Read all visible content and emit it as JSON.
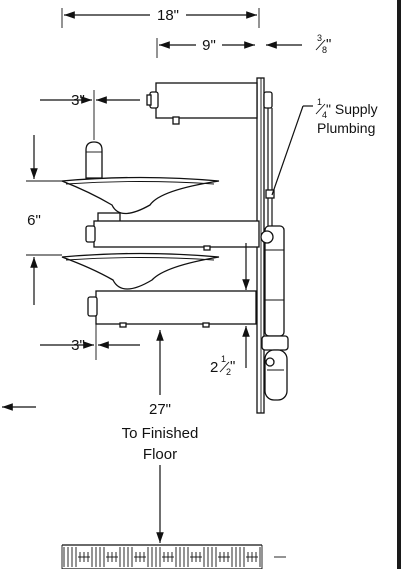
{
  "dimensions": {
    "overall_width": "18\"",
    "bowl_offset_top": "3\"",
    "bowl_offset_bottom": "3\"",
    "bubbler_spacing": "6\"",
    "wall_offset": "9\"",
    "panel_thickness_whole": "",
    "panel_thickness_num": "3",
    "panel_thickness_den": "8",
    "panel_thickness_unit": "\"",
    "gap_whole": "2",
    "gap_num": "1",
    "gap_den": "2",
    "gap_unit": "\"",
    "height_value": "27\""
  },
  "labels": {
    "supply_num": "1",
    "supply_den": "4",
    "supply_line1": "\" Supply",
    "supply_line2": "Plumbing",
    "floor_line1": "To Finished",
    "floor_line2": "Floor"
  },
  "colors": {
    "ink": "#111111",
    "background": "#ffffff",
    "edge": "#1a1a1a"
  }
}
